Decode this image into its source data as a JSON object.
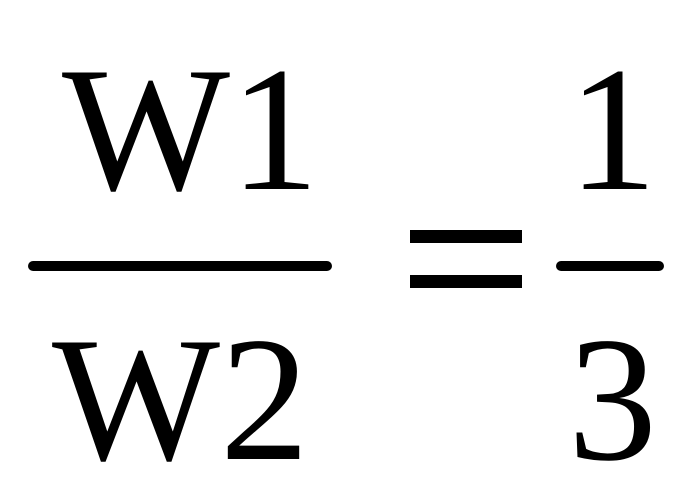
{
  "equation": {
    "left_fraction": {
      "numerator": "W1",
      "denominator": "W2"
    },
    "operator": "=",
    "right_fraction": {
      "numerator": "1",
      "denominator": "3"
    }
  },
  "colors": {
    "ink": "#000000",
    "background": "#ffffff"
  }
}
